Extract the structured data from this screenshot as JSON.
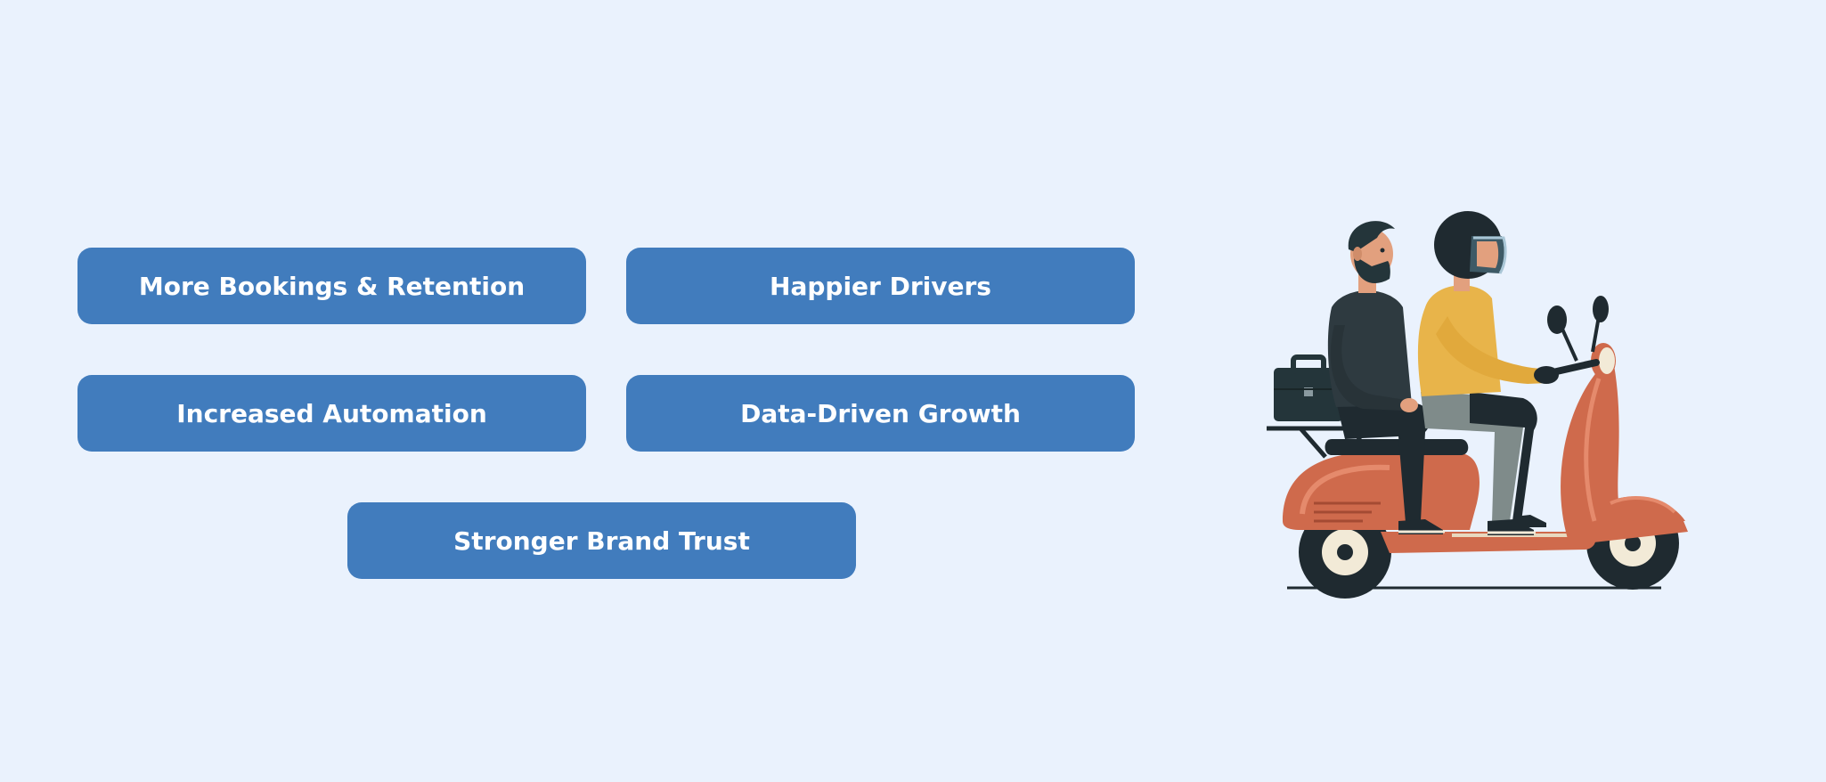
{
  "benefits": [
    {
      "label": "More Bookings & Retention"
    },
    {
      "label": "Happier Drivers"
    },
    {
      "label": "Increased Automation"
    },
    {
      "label": "Data-Driven Growth"
    },
    {
      "label": "Stronger Brand Trust"
    }
  ],
  "colors": {
    "background": "#eaf2fd",
    "pill": "#417cbd",
    "scooter": "#cf6a4c",
    "driver_sweater": "#e8b44a",
    "passenger_sweater": "#2e3a40"
  },
  "illustration": {
    "icon": "scooter-two-riders-icon"
  }
}
